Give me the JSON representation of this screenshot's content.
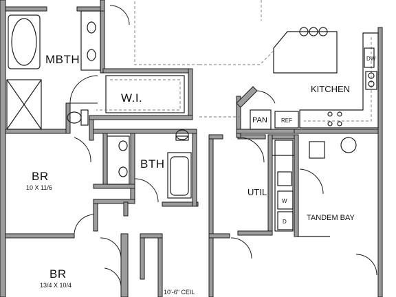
{
  "plan": {
    "rooms": {
      "master_bath": "MBTH",
      "walk_in": "W.I.",
      "bath": "BTH",
      "bedroom_1": "BR",
      "bedroom_1_dim": "10 X 11/6",
      "bedroom_2": "BR",
      "bedroom_2_dim": "13/4 X 10/4",
      "pantry": "PAN",
      "refrigerator": "REF",
      "kitchen": "KITCHEN",
      "utility": "UTIL",
      "garage": "TANDEM BAY",
      "ceiling_note": "10'-6\" CEIL"
    },
    "appliances": {
      "dishwasher": "DW",
      "washer": "W",
      "dryer": "D"
    }
  }
}
